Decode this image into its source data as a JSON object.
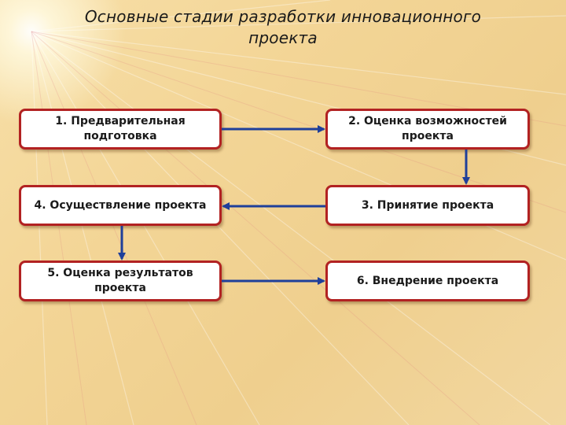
{
  "title": {
    "line1": "Основные стадии разработки инновационного",
    "line2": "проекта"
  },
  "stages": [
    {
      "label": "1. Предварительная\nподготовка"
    },
    {
      "label": "2. Оценка возможностей\nпроекта"
    },
    {
      "label": "3. Принятие проекта"
    },
    {
      "label": "4. Осуществление проекта"
    },
    {
      "label": "5. Оценка результатов\nпроекта"
    },
    {
      "label": "6. Внедрение проекта"
    }
  ],
  "colors": {
    "box_border": "#b22222",
    "arrow": "#1f3f9a"
  }
}
